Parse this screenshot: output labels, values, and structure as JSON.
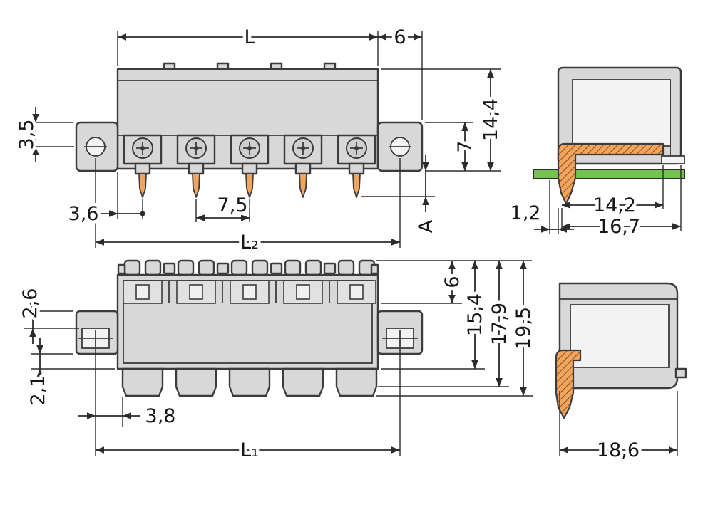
{
  "drawing": {
    "front": {
      "L": "L",
      "six": "6",
      "three_five": "3,5",
      "fourteen_four": "14,4",
      "seven": "7",
      "three_six": "3,6",
      "seven_five": "7,5",
      "A": "A",
      "L2": "L₂"
    },
    "side_plugged": {
      "one_two": "1,2",
      "fourteen_two": "14,2",
      "sixteen_seven": "16,7"
    },
    "top_view": {
      "two_six": "2,6",
      "six": "6",
      "fifteen_four": "15,4",
      "seventeen_nine": "17,9",
      "nineteen_five": "19,5",
      "two_one": "2,1",
      "three_eight": "3,8",
      "L1": "L₁"
    },
    "side_unplugged": {
      "eighteen_six": "18,6"
    },
    "colors": {
      "body": "#d8d8d8",
      "outline": "#3c3c3c",
      "dimension": "#2b2b2b",
      "contact_orange": "#f2a55e",
      "pcb_green": "#74c34f"
    }
  }
}
